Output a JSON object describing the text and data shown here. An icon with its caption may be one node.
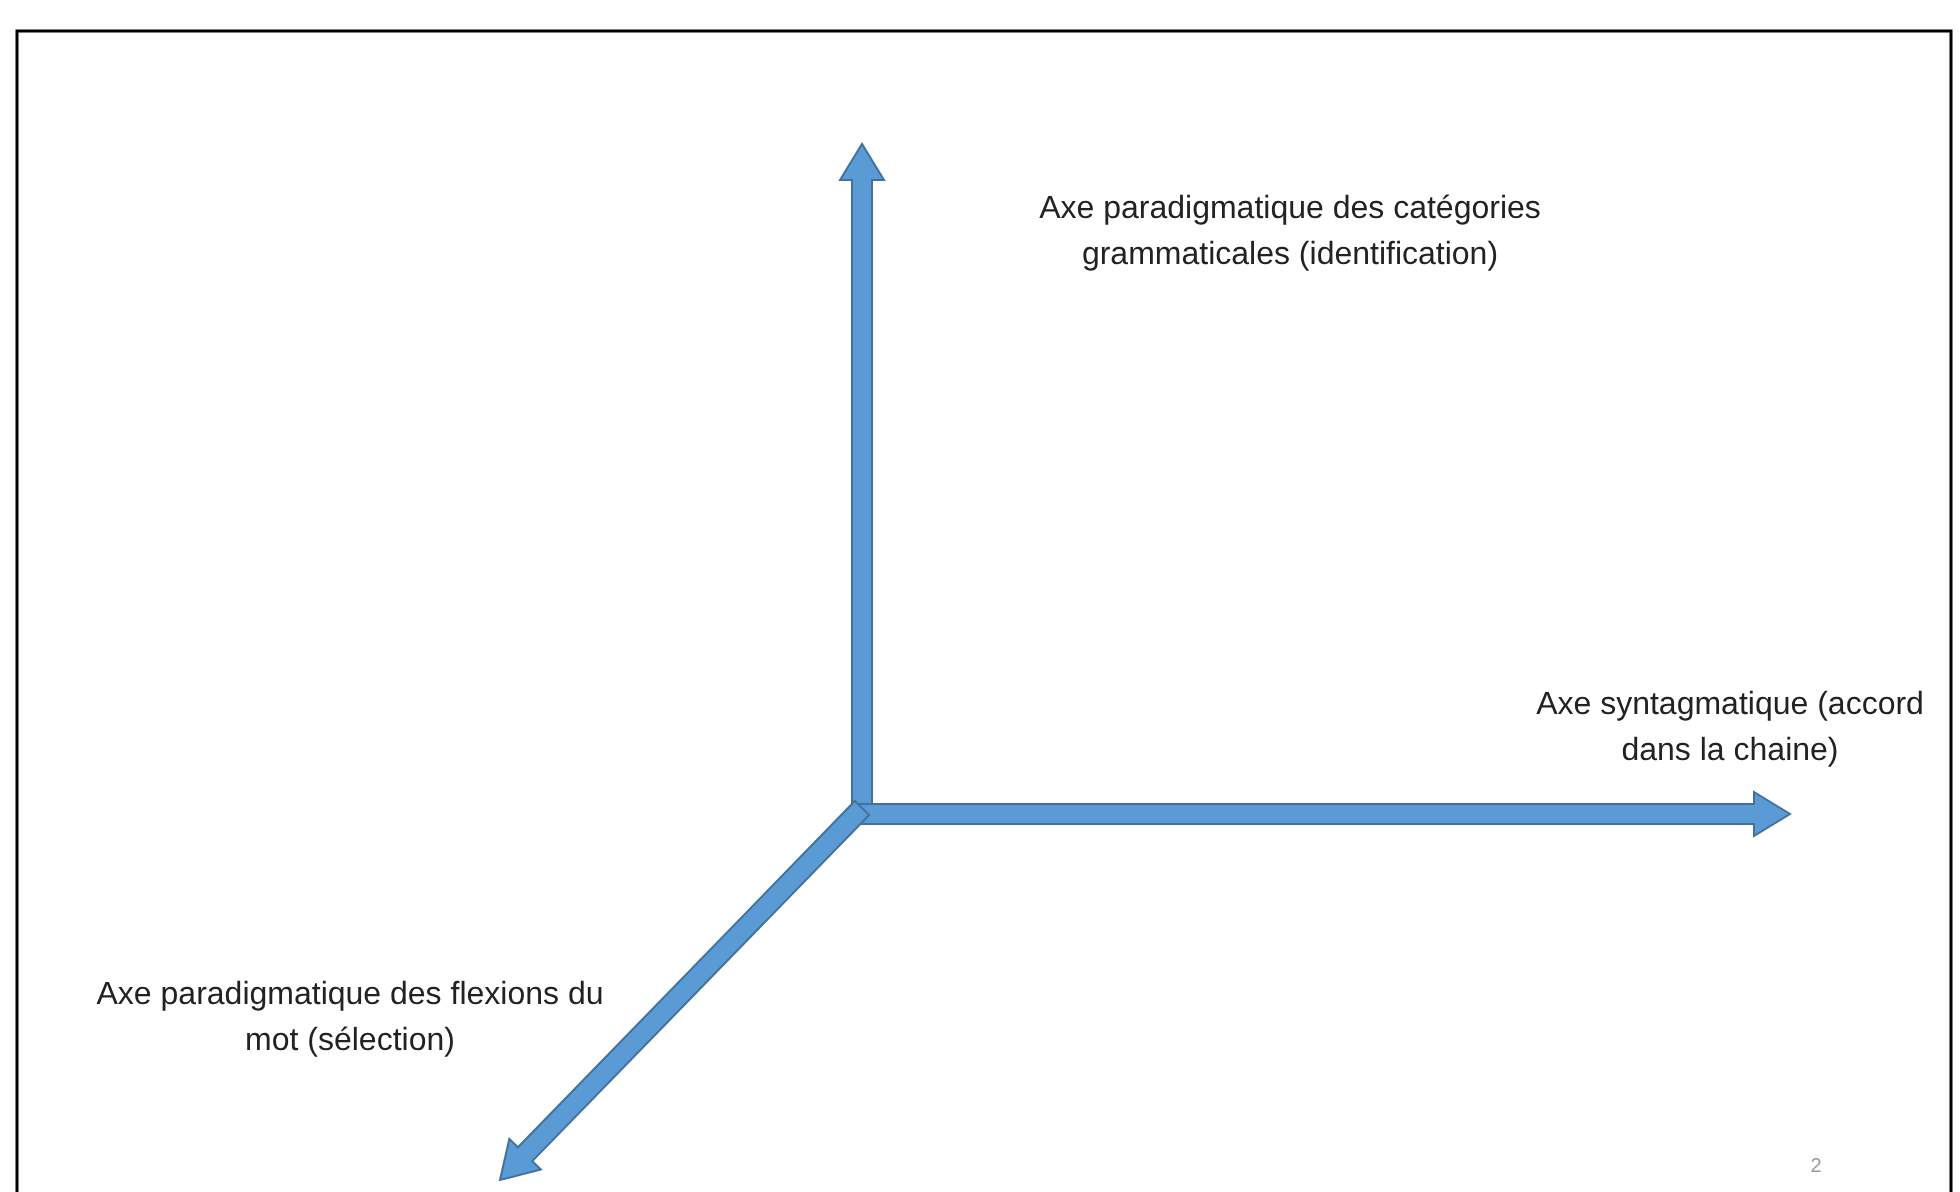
{
  "diagram": {
    "labels": [
      "Axe paradigmatique des catégories grammaticales (identification)",
      "Axe syntagmatique (accord dans la chaine)",
      "Axe paradigmatique des flexions du mot (sélection)",
      "2"
    ]
  }
}
